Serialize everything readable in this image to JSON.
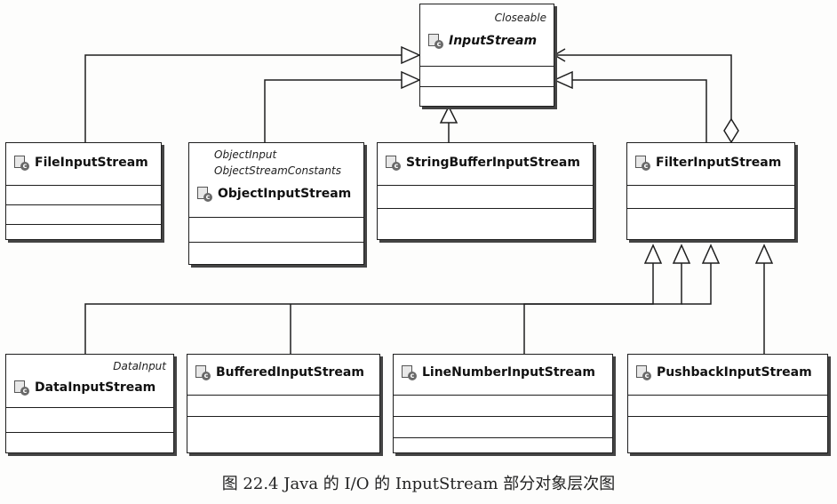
{
  "classes": {
    "input_stream": {
      "name": "InputStream",
      "stereotype": "Closeable"
    },
    "file_input_stream": {
      "name": "FileInputStream"
    },
    "object_input_stream": {
      "name": "ObjectInputStream",
      "stereotype_line1": "ObjectInput",
      "stereotype_line2": "ObjectStreamConstants"
    },
    "string_buffer_input_stream": {
      "name": "StringBufferInputStream"
    },
    "filter_input_stream": {
      "name": "FilterInputStream"
    },
    "data_input_stream": {
      "name": "DataInputStream",
      "stereotype": "DataInput"
    },
    "buffered_input_stream": {
      "name": "BufferedInputStream"
    },
    "line_number_input_stream": {
      "name": "LineNumberInputStream"
    },
    "pushback_input_stream": {
      "name": "PushbackInputStream"
    }
  },
  "caption": "图 22.4   Java 的 I/O 的 InputStream 部分对象层次图",
  "colors": {
    "line": "#1e1e1e",
    "icon": "#6a6a6a"
  }
}
